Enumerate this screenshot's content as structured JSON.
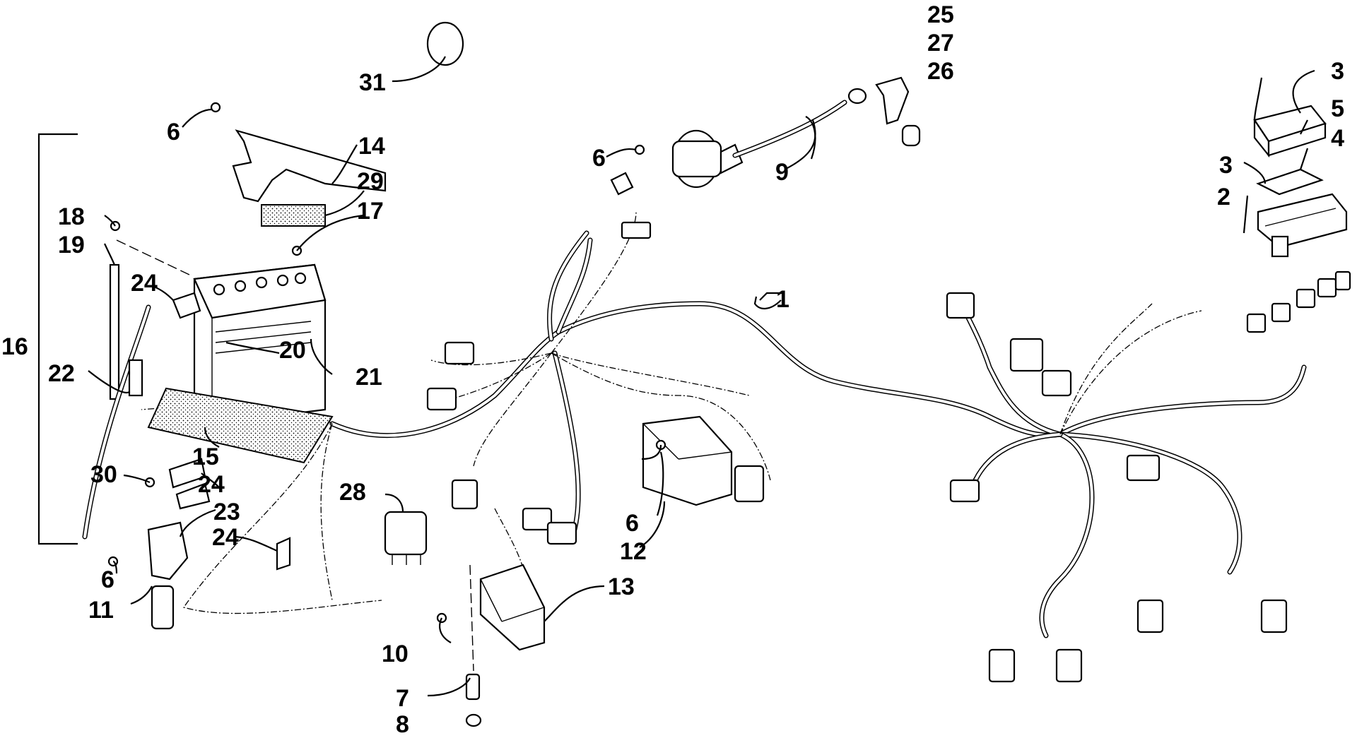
{
  "callouts": [
    {
      "id": "c1",
      "label": "1"
    },
    {
      "id": "c2",
      "label": "2"
    },
    {
      "id": "c3a",
      "label": "3"
    },
    {
      "id": "c3b",
      "label": "3"
    },
    {
      "id": "c4",
      "label": "4"
    },
    {
      "id": "c5",
      "label": "5"
    },
    {
      "id": "c6a",
      "label": "6"
    },
    {
      "id": "c6b",
      "label": "6"
    },
    {
      "id": "c6c",
      "label": "6"
    },
    {
      "id": "c6d",
      "label": "6"
    },
    {
      "id": "c7",
      "label": "7"
    },
    {
      "id": "c8",
      "label": "8"
    },
    {
      "id": "c9",
      "label": "9"
    },
    {
      "id": "c10",
      "label": "10"
    },
    {
      "id": "c11",
      "label": "11"
    },
    {
      "id": "c12",
      "label": "12"
    },
    {
      "id": "c13",
      "label": "13"
    },
    {
      "id": "c14",
      "label": "14"
    },
    {
      "id": "c15",
      "label": "15"
    },
    {
      "id": "c16",
      "label": "16"
    },
    {
      "id": "c17",
      "label": "17"
    },
    {
      "id": "c18",
      "label": "18"
    },
    {
      "id": "c19",
      "label": "19"
    },
    {
      "id": "c20",
      "label": "20"
    },
    {
      "id": "c21",
      "label": "21"
    },
    {
      "id": "c22",
      "label": "22"
    },
    {
      "id": "c23",
      "label": "23"
    },
    {
      "id": "c24a",
      "label": "24"
    },
    {
      "id": "c24b",
      "label": "24"
    },
    {
      "id": "c24c",
      "label": "24"
    },
    {
      "id": "c25",
      "label": "25"
    },
    {
      "id": "c26",
      "label": "26"
    },
    {
      "id": "c27",
      "label": "27"
    },
    {
      "id": "c28",
      "label": "28"
    },
    {
      "id": "c29",
      "label": "29"
    },
    {
      "id": "c30",
      "label": "30"
    },
    {
      "id": "c31",
      "label": "31"
    }
  ]
}
